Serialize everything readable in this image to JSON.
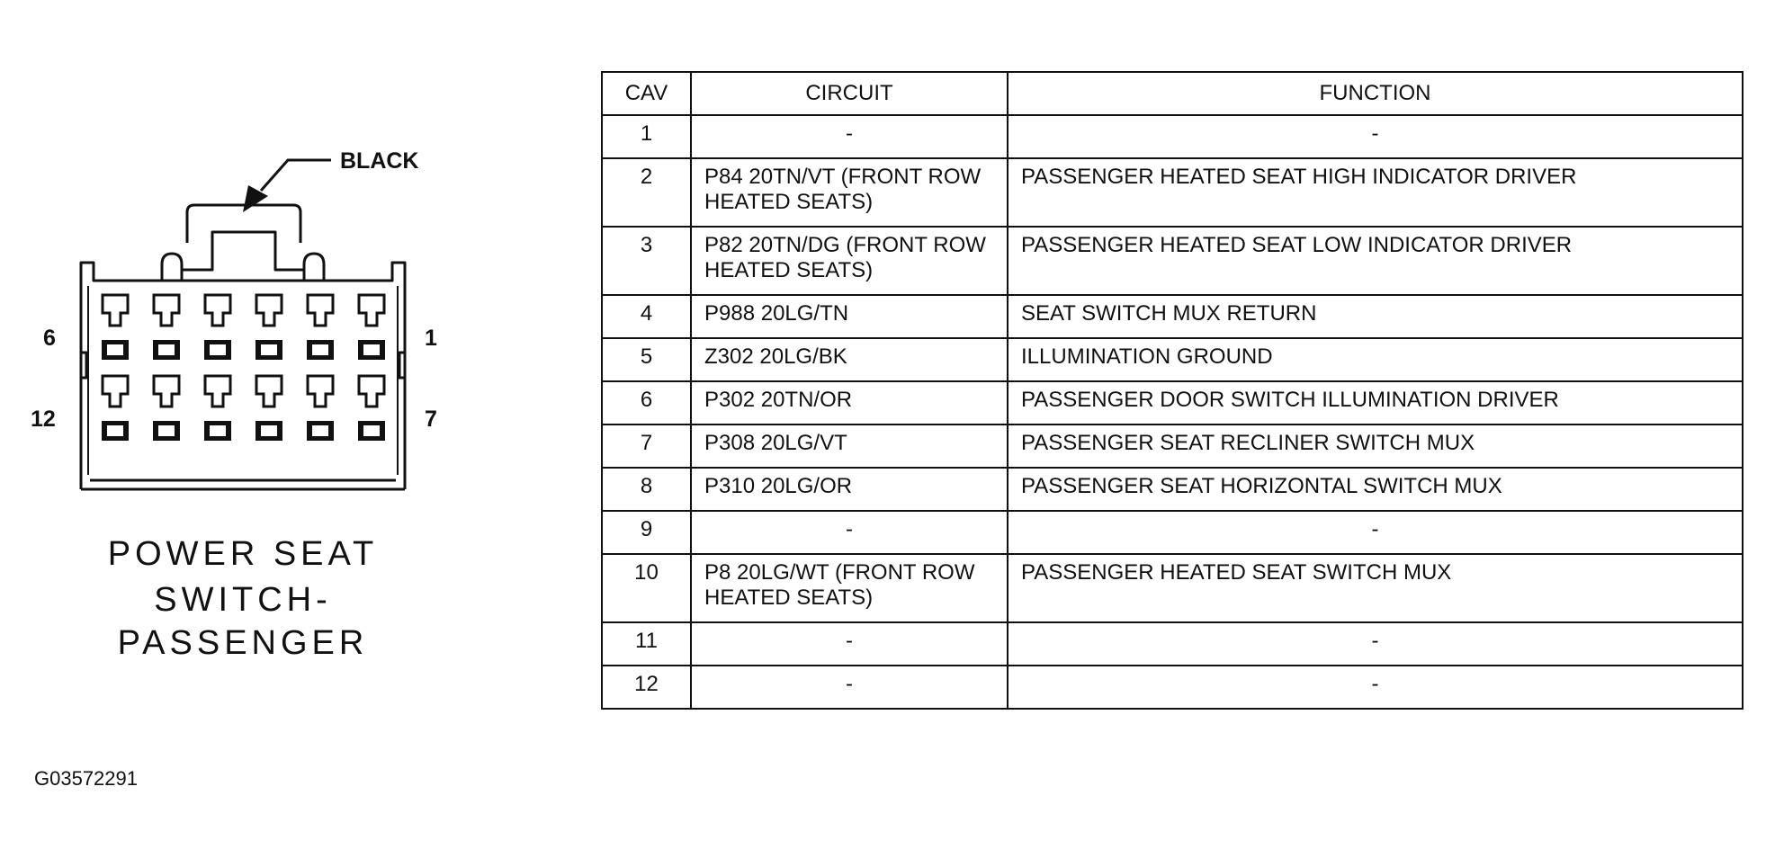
{
  "connector": {
    "color_label": "BLACK",
    "pin_labels": {
      "top_left": "6",
      "top_right": "1",
      "bottom_left": "12",
      "bottom_right": "7"
    },
    "title_line1": "POWER SEAT",
    "title_line2": "SWITCH-PASSENGER",
    "cavities_per_row": 6,
    "rows": 2
  },
  "figure_id": "G03572291",
  "table": {
    "headers": {
      "cav": "CAV",
      "circuit": "CIRCUIT",
      "function": "FUNCTION"
    },
    "rows": [
      {
        "cav": "1",
        "circuit": "-",
        "function": "-"
      },
      {
        "cav": "2",
        "circuit": "P84 20TN/VT (FRONT ROW HEATED SEATS)",
        "function": "PASSENGER HEATED SEAT HIGH INDICATOR DRIVER"
      },
      {
        "cav": "3",
        "circuit": "P82 20TN/DG (FRONT ROW HEATED SEATS)",
        "function": "PASSENGER HEATED SEAT LOW INDICATOR DRIVER"
      },
      {
        "cav": "4",
        "circuit": "P988 20LG/TN",
        "function": "SEAT SWITCH MUX RETURN"
      },
      {
        "cav": "5",
        "circuit": "Z302 20LG/BK",
        "function": "ILLUMINATION GROUND"
      },
      {
        "cav": "6",
        "circuit": "P302 20TN/OR",
        "function": "PASSENGER DOOR SWITCH ILLUMINATION DRIVER"
      },
      {
        "cav": "7",
        "circuit": "P308 20LG/VT",
        "function": "PASSENGER SEAT RECLINER SWITCH MUX"
      },
      {
        "cav": "8",
        "circuit": "P310 20LG/OR",
        "function": "PASSENGER SEAT HORIZONTAL SWITCH MUX"
      },
      {
        "cav": "9",
        "circuit": "-",
        "function": "-"
      },
      {
        "cav": "10",
        "circuit": "P8 20LG/WT (FRONT ROW HEATED SEATS)",
        "function": "PASSENGER HEATED SEAT SWITCH MUX"
      },
      {
        "cav": "11",
        "circuit": "-",
        "function": "-"
      },
      {
        "cav": "12",
        "circuit": "-",
        "function": "-"
      }
    ]
  }
}
